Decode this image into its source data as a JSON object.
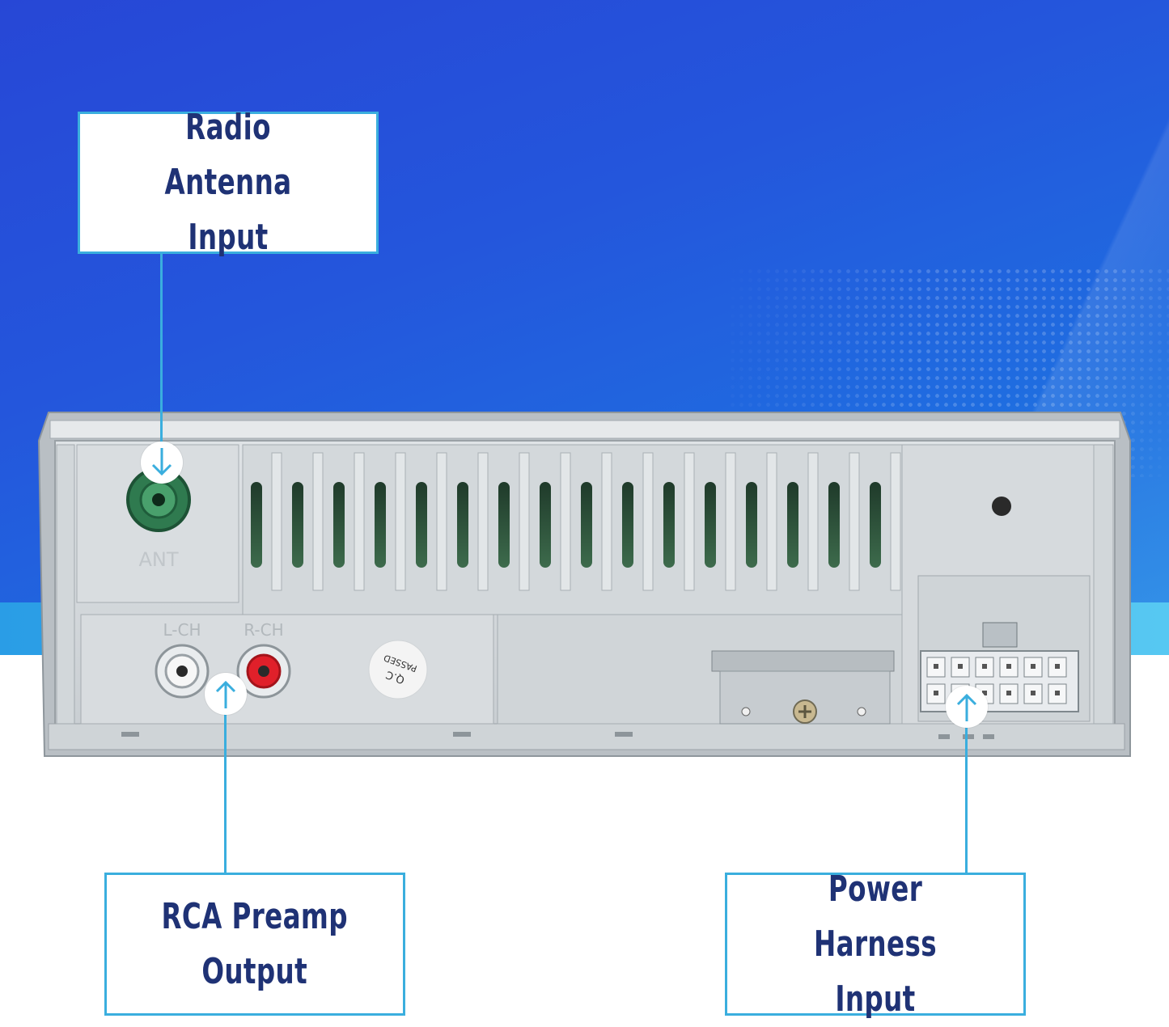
{
  "callouts": {
    "antenna": {
      "text": "Radio Antenna\nInput"
    },
    "rca": {
      "text": "RCA Preamp\nOutput"
    },
    "power": {
      "text": "Power Harness\nInput"
    }
  },
  "unit_labels": {
    "ant": "ANT",
    "lch": "L-CH",
    "rch": "R-CH",
    "qc_line1": "Q.C",
    "qc_line2": "PASSED"
  },
  "colors": {
    "accent": "#3aaede",
    "callout_text": "#1f3275",
    "bg_blue": "#2550da",
    "antenna_green": "#1f7a4a",
    "rca_red": "#e0202a"
  }
}
